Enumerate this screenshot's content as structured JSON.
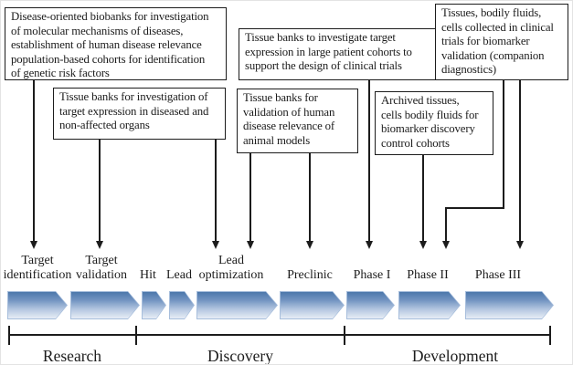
{
  "annotations": {
    "boxes": [
      {
        "text": "Disease-oriented biobanks for investigation\nof molecular mechanisms of diseases,\nestablishment of human disease relevance\npopulation-based cohorts for identification\nof genetic risk factors"
      },
      {
        "text": "Tissue banks for investigation of\ntarget expression in diseased and\nnon-affected organs"
      },
      {
        "text": "Tissue banks to investigate target\nexpression in large patient cohorts to\nsupport the design of clinical trials"
      },
      {
        "text": "Tissue banks for\nvalidation of human\ndisease relevance of\nanimal models"
      },
      {
        "text": "Archived tissues,\ncells bodily fluids for\nbiomarker discovery\ncontrol cohorts"
      },
      {
        "text": "Tissues, bodily fluids,\ncells collected in clinical\ntrials for biomarker\nvalidation (companion\ndiagnostics)"
      }
    ]
  },
  "pipeline": {
    "stages": [
      {
        "label": "Target\nidentification"
      },
      {
        "label": "Target\nvalidation"
      },
      {
        "label": "Hit"
      },
      {
        "label": "Lead"
      },
      {
        "label": "Lead\noptimization"
      },
      {
        "label": "Preclinic"
      },
      {
        "label": "Phase I"
      },
      {
        "label": "Phase II"
      },
      {
        "label": "Phase III"
      }
    ]
  },
  "timeline": {
    "segments": [
      "Research",
      "Discovery",
      "Development"
    ]
  },
  "colors": {
    "arrow_gradient_top": "#4b77ab",
    "arrow_gradient_bottom": "#e7edf6",
    "arrow_border": "#a7bedc",
    "connector": "#1c1c1c",
    "background": "#ffffff"
  }
}
